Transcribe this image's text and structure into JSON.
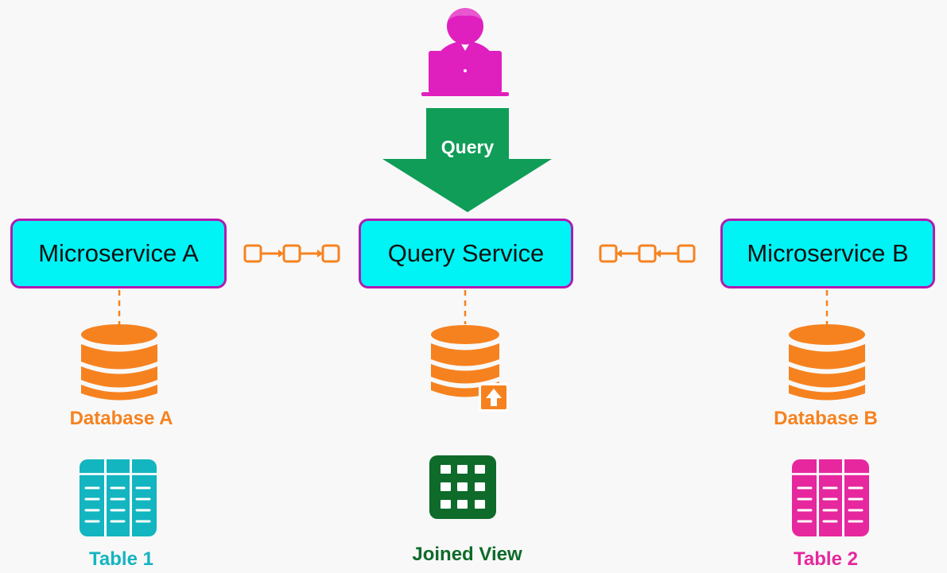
{
  "diagram": {
    "user": {
      "icon": "user-at-laptop-icon"
    },
    "query_arrow": {
      "label": "Query",
      "color": "#0f9d58"
    },
    "services": {
      "a": {
        "label": "Microservice A"
      },
      "query": {
        "label": "Query Service"
      },
      "b": {
        "label": "Microservice B"
      }
    },
    "databases": {
      "a": {
        "label": "Database A",
        "icon": "database-icon"
      },
      "query": {
        "icon": "database-upload-icon"
      },
      "b": {
        "label": "Database B",
        "icon": "database-icon"
      }
    },
    "tables": {
      "t1": {
        "label": "Table 1",
        "icon": "table-icon"
      },
      "joined": {
        "label": "Joined View",
        "icon": "grid-view-icon"
      },
      "t2": {
        "label": "Table 2",
        "icon": "table-icon"
      }
    },
    "colors": {
      "service_fill": "#00f3f5",
      "service_border": "#b21bb0",
      "database": "#f6821f",
      "table_1": "#13b5c0",
      "table_2": "#e6279e",
      "joined_view": "#0e6b2a",
      "user": "#e01fbf",
      "event_chain": "#f6821f"
    }
  }
}
